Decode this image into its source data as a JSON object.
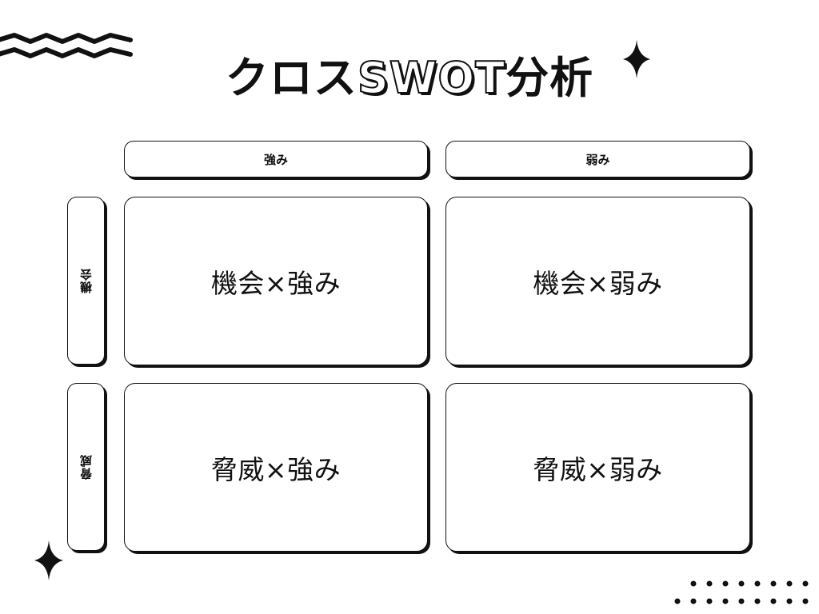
{
  "title": {
    "main": "クロス",
    "outlined": "SWOT",
    "suffix": "分析"
  },
  "columns": [
    "強み",
    "弱み"
  ],
  "rows": [
    "機会",
    "脅威"
  ],
  "cells": [
    [
      "機会×強み",
      "機会×弱み"
    ],
    [
      "脅威×強み",
      "脅威×弱み"
    ]
  ],
  "colors": {
    "ink": "#111111",
    "background": "#ffffff"
  },
  "decorations": [
    "zigzag-lines",
    "sparkle-icon",
    "sparkle-icon",
    "dot-grid"
  ]
}
